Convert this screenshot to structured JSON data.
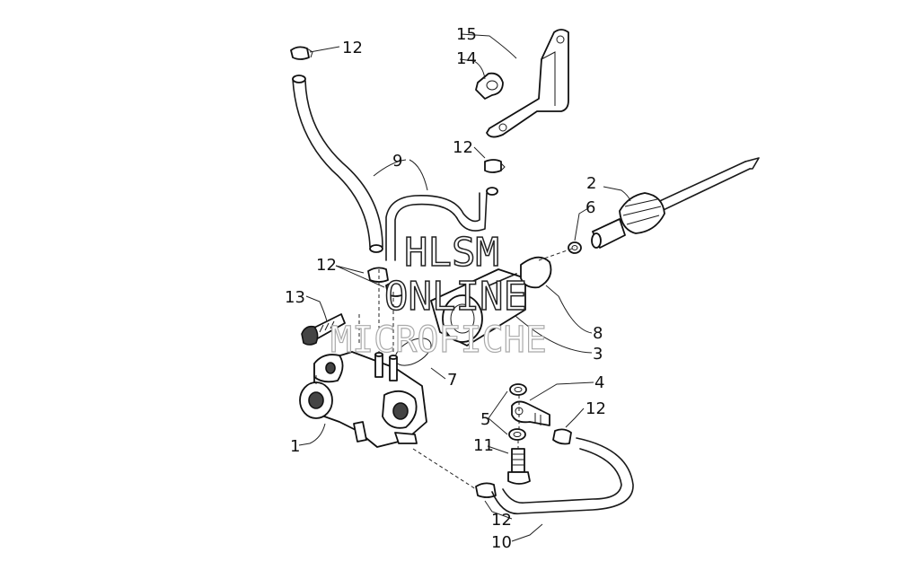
{
  "callouts": {
    "c1": "1",
    "c2": "2",
    "c3": "3",
    "c4": "4",
    "c5": "5",
    "c6": "6",
    "c7": "7",
    "c8": "8",
    "c9": "9",
    "c10": "10",
    "c11": "11",
    "c12_top": "12",
    "c12_mid": "12",
    "c12_left": "12",
    "c12_right": "12",
    "c12_bottom": "12",
    "c13": "13",
    "c14": "14",
    "c15": "15"
  },
  "watermark": {
    "line1": "HLSM",
    "line2": "ONLINE",
    "line3": "MICROFICHE"
  }
}
